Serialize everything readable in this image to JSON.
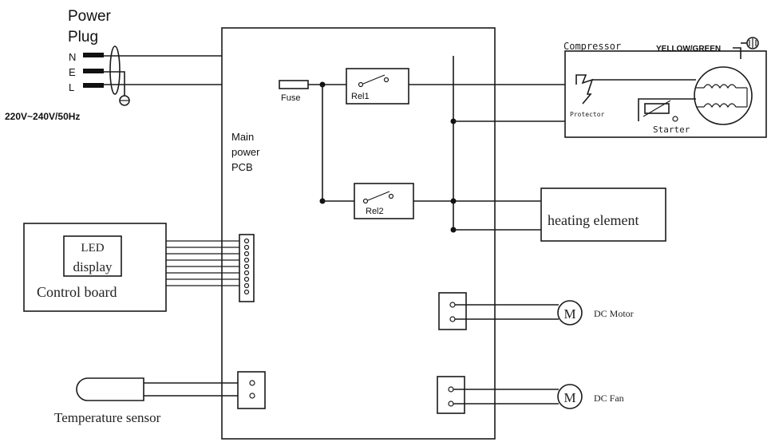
{
  "labels": {
    "power_plug_line1": "Power",
    "power_plug_line2": "Plug",
    "pin_n": "N",
    "pin_e": "E",
    "pin_l": "L",
    "voltage": "220V~240V/50Hz",
    "fuse": "Fuse",
    "main_pcb_line1": "Main",
    "main_pcb_line2": "power",
    "main_pcb_line3": "PCB",
    "relay1": "Rel1",
    "relay2": "Rel2",
    "compressor": "Compressor",
    "ground_wire": "YELLOW/GREEN",
    "protector": "Protector",
    "starter": "Starter",
    "heating_element": "heating element",
    "led_line1": "LED",
    "led_line2": "display",
    "control_board": "Control board",
    "dc_motor": "DC Motor",
    "dc_fan": "DC Fan",
    "temperature_sensor": "Temperature sensor",
    "motor_symbol": "M",
    "fan_symbol": "M"
  }
}
